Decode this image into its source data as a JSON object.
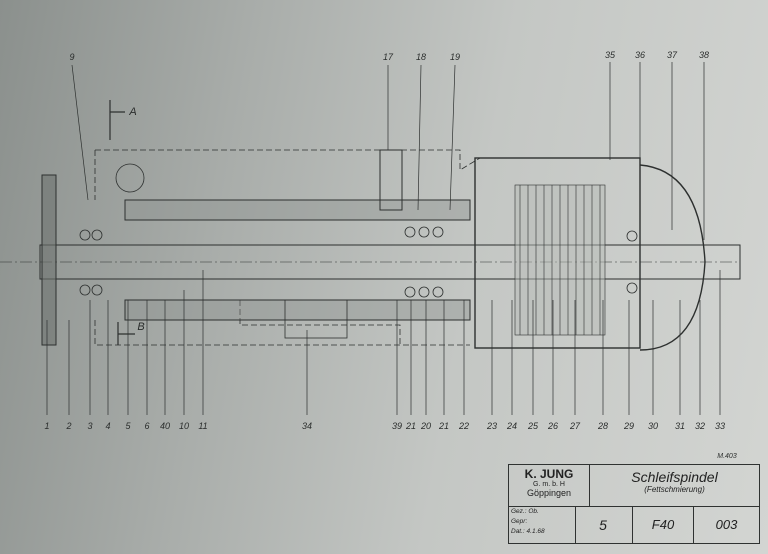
{
  "drawing": {
    "top_labels": [
      "9",
      "17",
      "18",
      "19",
      "35",
      "36",
      "37",
      "38"
    ],
    "section_labels": {
      "a": "A",
      "b": "B"
    },
    "bottom_labels": [
      "1",
      "2",
      "3",
      "4",
      "5",
      "6",
      "40",
      "10",
      "11",
      "34",
      "39",
      "21",
      "20",
      "21",
      "22",
      "23",
      "24",
      "25",
      "26",
      "27",
      "28",
      "29",
      "30",
      "31",
      "32",
      "33"
    ]
  },
  "title_block": {
    "sheet_ref": "M.403",
    "company": "K. JUNG",
    "company_form": "G. m. b. H",
    "city": "Göppingen",
    "title": "Schleifspindel",
    "subtitle": "(Fettschmierung)",
    "gez_label": "Gez.:",
    "gez_value": "Ob.",
    "gepr_label": "Gepr:",
    "dat_label": "Dat.:",
    "dat_value": "4.1.68",
    "field_1": "5",
    "field_2": "F40",
    "field_3": "003"
  }
}
